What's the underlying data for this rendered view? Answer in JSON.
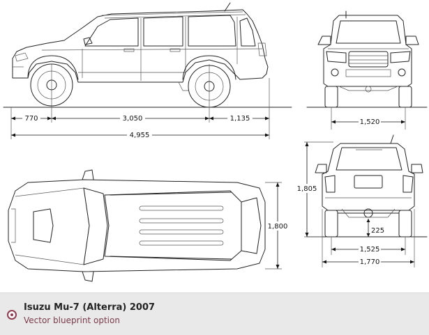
{
  "caption": {
    "title": "Isuzu Mu-7 (Alterra) 2007",
    "subtitle": "Vector blueprint option"
  },
  "dimensions": {
    "front_overhang": "770",
    "wheelbase": "3,050",
    "rear_overhang": "1,135",
    "overall_length": "4,955",
    "front_track": "1,520",
    "overall_height": "1,805",
    "overall_width_top": "1,800",
    "rear_track": "1,525",
    "overall_width": "1,770",
    "ground_clearance": "225"
  },
  "colors": {
    "caption_bar": "#e9e9e9",
    "bullet": "#8e3b4f",
    "subtitle": "#7a3b4b"
  }
}
